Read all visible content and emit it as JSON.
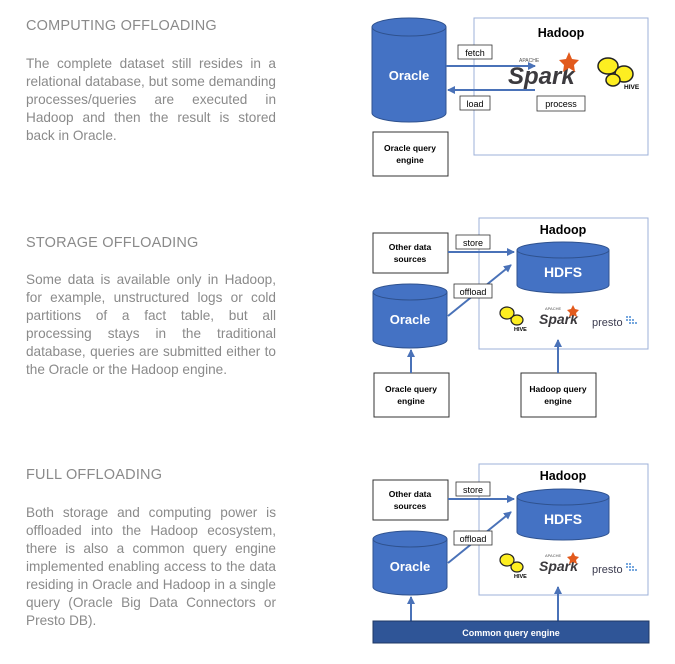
{
  "sections": [
    {
      "title": "COMPUTING OFFLOADING",
      "body": "The complete dataset still resides in a relational database, but some demanding processes/queries are executed in Hadoop and then the result is stored back in Oracle."
    },
    {
      "title": "STORAGE OFFLOADING",
      "body": "Some data is available only in Hadoop, for example, unstructured logs or cold partitions of a fact table, but all processing stays in the traditional database, queries are submitted either to the Oracle or the Hadoop engine."
    },
    {
      "title": "FULL OFFLOADING",
      "body": "Both storage and computing power is offloaded into the Hadoop ecosystem, there is also a common query engine implemented enabling access to the data residing in Oracle and Hadoop in a single query (Oracle Big Data Connectors or Presto DB)."
    }
  ],
  "diagram1": {
    "oracle": "Oracle",
    "hadoop": "Hadoop",
    "fetch": "fetch",
    "load": "load",
    "process": "process",
    "engine_l1": "Oracle query",
    "engine_l2": "engine",
    "spark_tag": "APACHE",
    "spark": "Spark",
    "hive": "HIVE"
  },
  "diagram2": {
    "other_l1": "Other data",
    "other_l2": "sources",
    "store": "store",
    "offload": "offload",
    "hadoop": "Hadoop",
    "hdfs": "HDFS",
    "oracle": "Oracle",
    "spark_tag": "APACHE",
    "spark": "Spark",
    "hive": "HIVE",
    "presto": "presto",
    "oracle_engine_l1": "Oracle query",
    "oracle_engine_l2": "engine",
    "hadoop_engine_l1": "Hadoop query",
    "hadoop_engine_l2": "engine"
  },
  "diagram3": {
    "other_l1": "Other data",
    "other_l2": "sources",
    "store": "store",
    "offload": "offload",
    "hadoop": "Hadoop",
    "hdfs": "HDFS",
    "oracle": "Oracle",
    "spark_tag": "APACHE",
    "spark": "Spark",
    "hive": "HIVE",
    "presto": "presto",
    "common_engine": "Common query engine"
  },
  "colors": {
    "blue_fill": "#4472c4",
    "blue_stroke": "#2f528f",
    "arrow": "#4a72b8",
    "text_gray": "#8a8a8a",
    "spark_orange": "#e25a1c",
    "spark_gray": "#3c3a3e",
    "hive_yellow": "#fdee21"
  }
}
